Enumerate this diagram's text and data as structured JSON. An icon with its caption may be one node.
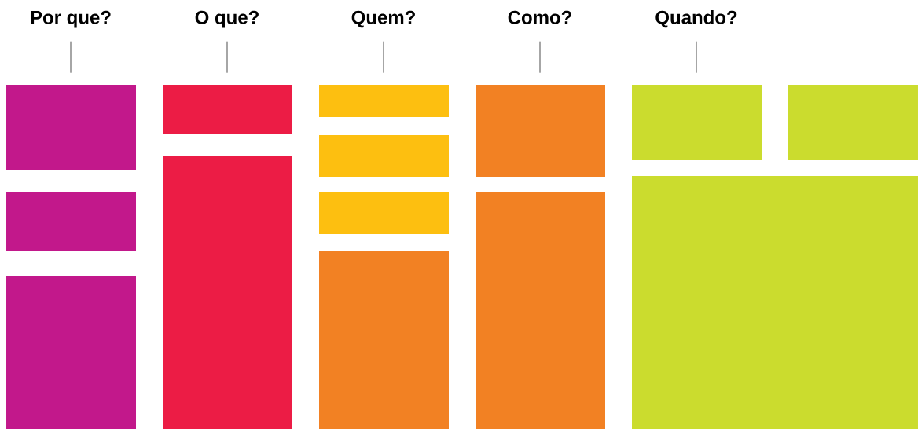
{
  "diagram": {
    "nodes": [
      {
        "text": [
          "Por que?"
        ]
      },
      {
        "text": [
          "O que?"
        ]
      },
      {
        "text": [
          "Quem?"
        ]
      },
      {
        "text": [
          "Como?"
        ]
      },
      {
        "text": [
          "Quando?"
        ]
      },
      {
        "text": [],
        "shape": "box"
      },
      {
        "text": [],
        "shape": "box"
      },
      {
        "text": [],
        "shape": "box"
      },
      {
        "text": [],
        "shape": "box"
      },
      {
        "text": [],
        "shape": "box"
      },
      {
        "text": [],
        "shape": "box"
      },
      {
        "text": [],
        "shape": "box"
      },
      {
        "text": [],
        "shape": "box"
      },
      {
        "text": [],
        "shape": "box"
      },
      {
        "text": [],
        "shape": "box"
      },
      {
        "text": [],
        "shape": "box"
      },
      {
        "text": [],
        "shape": "box"
      },
      {
        "text": [],
        "shape": "box"
      },
      {
        "text": [],
        "shape": "box"
      }
    ],
    "edges": [
      {
        "from": 0,
        "to": null,
        "arrow": "none"
      },
      {
        "from": 1,
        "to": null,
        "arrow": "none"
      },
      {
        "from": 2,
        "to": null,
        "arrow": "none"
      },
      {
        "from": 3,
        "to": null,
        "arrow": "none"
      },
      {
        "from": 4,
        "to": null,
        "arrow": "none"
      }
    ]
  }
}
